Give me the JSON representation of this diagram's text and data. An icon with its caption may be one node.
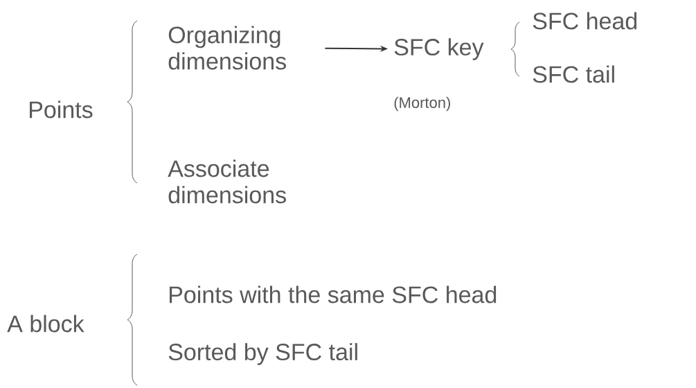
{
  "diagram": {
    "nodes": [
      {
        "text": [
          "Organizing dimensions"
        ]
      },
      {
        "text": [
          "SFC key"
        ]
      }
    ],
    "edges": [
      {
        "from": 0,
        "to": 1,
        "arrow": "to"
      }
    ],
    "labels": [
      "(Morton)",
      "Points",
      "Associate dimensions",
      "SFC head",
      "SFC tail",
      "A block",
      "Points with the same SFC head",
      "Sorted by SFC tail"
    ]
  }
}
